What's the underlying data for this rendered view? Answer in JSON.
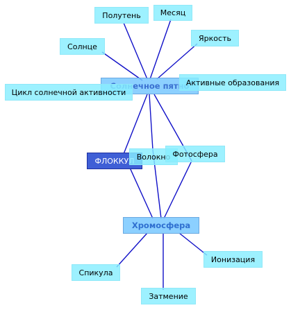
{
  "diagram": {
    "nodes": {
      "sunspot": "Солнечное пятно",
      "chromosphere": "Хромосфера",
      "flocculus": "ФЛОККУЛ",
      "penumbra": "Полутень",
      "month": "Месяц",
      "sun": "Солнце",
      "brightness": "Яркость",
      "active_formations": "Активные образования",
      "solar_cycle": "Цикл солнечной активности",
      "fibril": "Волокно",
      "photosphere": "Фотосфера",
      "spicule": "Спикула",
      "ionization": "Ионизация",
      "eclipse": "Затмение"
    },
    "edges": [
      [
        "sunspot",
        "penumbra"
      ],
      [
        "sunspot",
        "month"
      ],
      [
        "sunspot",
        "sun"
      ],
      [
        "sunspot",
        "brightness"
      ],
      [
        "sunspot",
        "active_formations"
      ],
      [
        "sunspot",
        "solar_cycle"
      ],
      [
        "sunspot",
        "flocculus"
      ],
      [
        "sunspot",
        "fibril"
      ],
      [
        "sunspot",
        "photosphere"
      ],
      [
        "chromosphere",
        "flocculus"
      ],
      [
        "chromosphere",
        "fibril"
      ],
      [
        "chromosphere",
        "photosphere"
      ],
      [
        "chromosphere",
        "spicule"
      ],
      [
        "chromosphere",
        "ionization"
      ],
      [
        "chromosphere",
        "eclipse"
      ]
    ],
    "colors": {
      "edge": "#1010c8",
      "leaf_fill": "#87eeff",
      "hub_fill": "#78c8ff",
      "root_fill": "#3f5fd6"
    }
  }
}
